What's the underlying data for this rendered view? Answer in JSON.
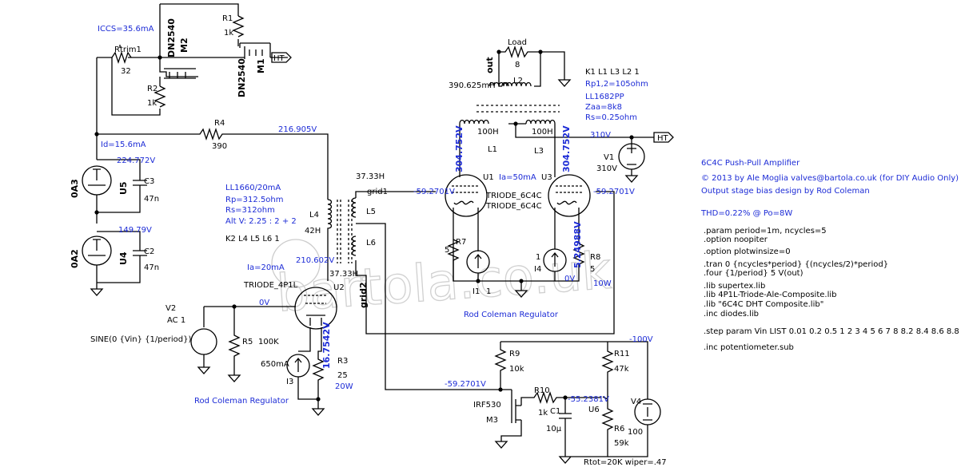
{
  "labels": {
    "iccs": "ICCS=35.6mA",
    "r1": "R1",
    "r1v": "1k",
    "m2n": "M2",
    "m2t": "DN2540",
    "m1n": "M1",
    "m1t": "DN2540",
    "ht": "HT",
    "rtrim": "Rtrim1",
    "rtrimv": "32",
    "r2": "R2",
    "r2v": "1k",
    "r4": "R4",
    "r4v": "390",
    "n216": "216.905V",
    "id": "Id=15.6mA",
    "n224": "224.772V",
    "oa3": "0A3",
    "u5": "U5",
    "c3": "C3",
    "c3v": "47n",
    "n149": "149.79V",
    "oa2": "0A2",
    "u4": "U4",
    "c2": "C2",
    "c2v": "47n",
    "ll1660": "LL1660/20mA",
    "rp": "Rp=312.5ohm",
    "rs": "Rs=312ohm",
    "altv": "Alt V: 2.25 : 2 + 2",
    "l4": "L4",
    "l4v": "42H",
    "kline1": "K2 L4 L5 L6 1",
    "h3733a": "37.33H",
    "grid1": "grid1",
    "l5": "L5",
    "l6": "L6",
    "h3733b": "37.33H",
    "grid2": "grid2",
    "ia20": "Ia=20mA",
    "n210": "210.602V",
    "triode4p1l": "TRIODE_4P1L",
    "u2": "U2",
    "v2": "V2",
    "ac1": "AC 1",
    "n0v": "0V",
    "sine": "SINE(0 {Vin} {1/period})",
    "r5": "R5",
    "r5v": "100K",
    "i650": "650mA",
    "n16": "16.7542V",
    "r3": "R3",
    "r3v": "25",
    "w20": "20W",
    "i3": "I3",
    "rcr1": "Rod Coleman Regulator",
    "load": "Load",
    "loadv": "8",
    "out": "out",
    "l2": "L2",
    "l2v": "390.625mH",
    "kline2": "K1 L1 L3 L2 1",
    "rp12": "Rp1,2=105ohm",
    "ll1682": "LL1682PP",
    "zaa": "Zaa=8k8",
    "rs25": "Rs=0.25ohm",
    "h100a": "100H",
    "h100b": "100H",
    "l1": "L1",
    "l3": "L3",
    "n304a": "304.752V",
    "n304b": "304.752V",
    "v310": "310V",
    "v1": "V1",
    "v1v": "310V",
    "u1": "U1",
    "ia50": "Ia=50mA",
    "u3": "U3",
    "n59a": "-59.2701V",
    "n59b": "-59.2701V",
    "t6c4ca": "TRIODE_6C4C",
    "t6c4cb": "TRIODE_6C4C",
    "r7": "R7",
    "r7v": "5",
    "i4": "I4",
    "i4v": "1",
    "n524": "5.24988V",
    "r8": "R8",
    "r8v": "5",
    "n0vb": "0V",
    "w10": "10W",
    "i1": "I1",
    "i1v": "1",
    "rcr2": "Rod Coleman Regulator",
    "n100": "-100V",
    "r9": "R9",
    "r9v": "10k",
    "r11": "R11",
    "r11v": "47k",
    "n59c": "-59.2701V",
    "irf": "IRF530",
    "r10": "R10",
    "r10v": "1k",
    "n55": "-55.2381V",
    "m3": "M3",
    "c1": "C1",
    "c1v": "10µ",
    "u6": "U6",
    "r6": "R6",
    "r6v": "59k",
    "v4": "V4",
    "v4v": "100",
    "rtot": "Rtot=20K wiper=.47"
  },
  "notes": [
    "6C4C Push-Pull Amplifier",
    "© 2013 by Ale Moglia valves@bartola.co.uk (for DIY Audio Only)",
    "Output stage bias design by Rod Coleman",
    "THD=0.22% @ Po=8W",
    ".param period=1m, ncycles=5",
    ".option noopiter",
    ".option plotwinsize=0",
    ".tran 0 {ncycles*period} {(ncycles/2)*period}",
    ".four {1/period} 5 V(out)",
    ".lib supertex.lib",
    ".lib 4P1L-Triode-Ale-Composite.lib",
    ".lib \"6C4C DHT Composite.lib\"",
    ".inc diodes.lib",
    ".step param Vin  LIST 0.01 0.2 0.5 1 2 3 4 5 6 7 8 8.2 8.4 8.6 8.8 9",
    ".inc potentiometer.sub"
  ],
  "watermark": "bartola.co.uk"
}
